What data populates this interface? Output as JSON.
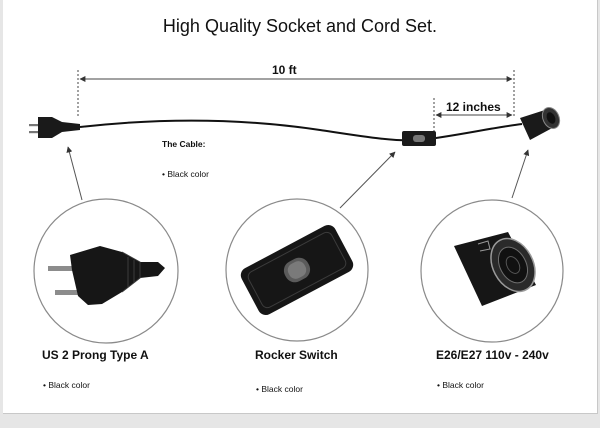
{
  "diagram": {
    "title": "High Quality Socket and Cord Set.",
    "length_total": "10 ft",
    "length_socket": "12 inches",
    "cable": {
      "heading": "The Cable:",
      "color_note": "• Black color"
    },
    "parts": [
      {
        "label": "US 2 Prong Type A",
        "note": "• Black color",
        "icon": "plug-icon"
      },
      {
        "label": "Rocker Switch",
        "note": "• Black color",
        "icon": "rocker-switch-icon"
      },
      {
        "label": "E26/E27 110v - 240v",
        "note": "• Black color",
        "icon": "socket-icon"
      }
    ],
    "colors": {
      "line": "#111111",
      "part": "#1a1a1a",
      "circle": "#888888"
    }
  }
}
